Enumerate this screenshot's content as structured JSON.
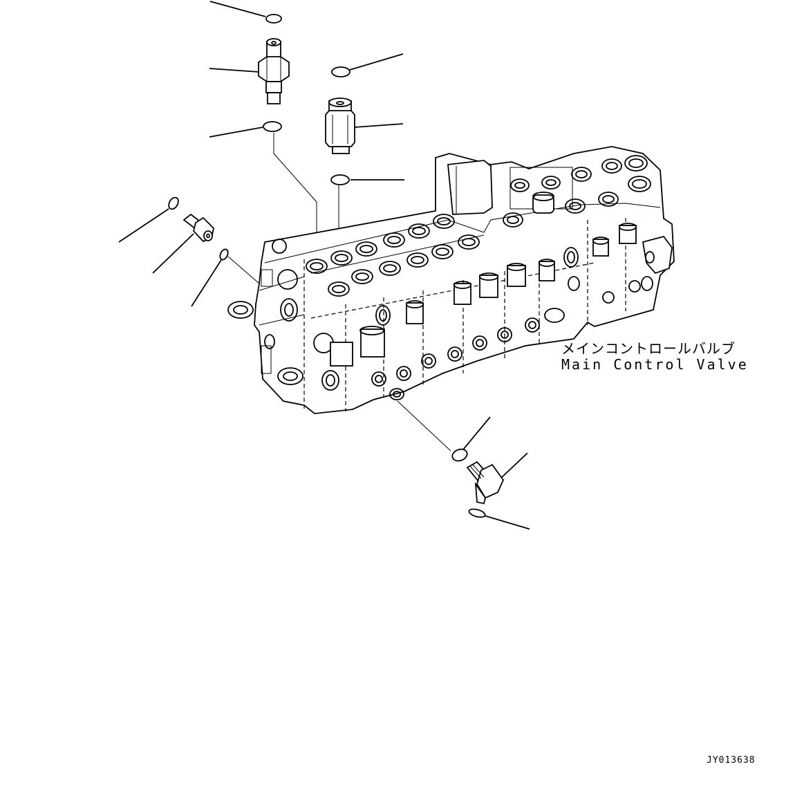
{
  "labels": {
    "component_name_jp": "メインコントロールバルブ",
    "component_name_en": "Main Control Valve"
  },
  "drawing_code": "JY013638",
  "parts": [
    {
      "name": "o-ring-top"
    },
    {
      "name": "pressure-sensor-upper"
    },
    {
      "name": "o-ring-upper-lower"
    },
    {
      "name": "o-ring-right-upper"
    },
    {
      "name": "pressure-sensor-right"
    },
    {
      "name": "o-ring-right-lower"
    },
    {
      "name": "o-ring-left"
    },
    {
      "name": "plug-left"
    },
    {
      "name": "o-ring-left-small"
    },
    {
      "name": "o-ring-bottom-upper"
    },
    {
      "name": "elbow-sensor-bottom"
    },
    {
      "name": "o-ring-bottom-lower"
    }
  ]
}
